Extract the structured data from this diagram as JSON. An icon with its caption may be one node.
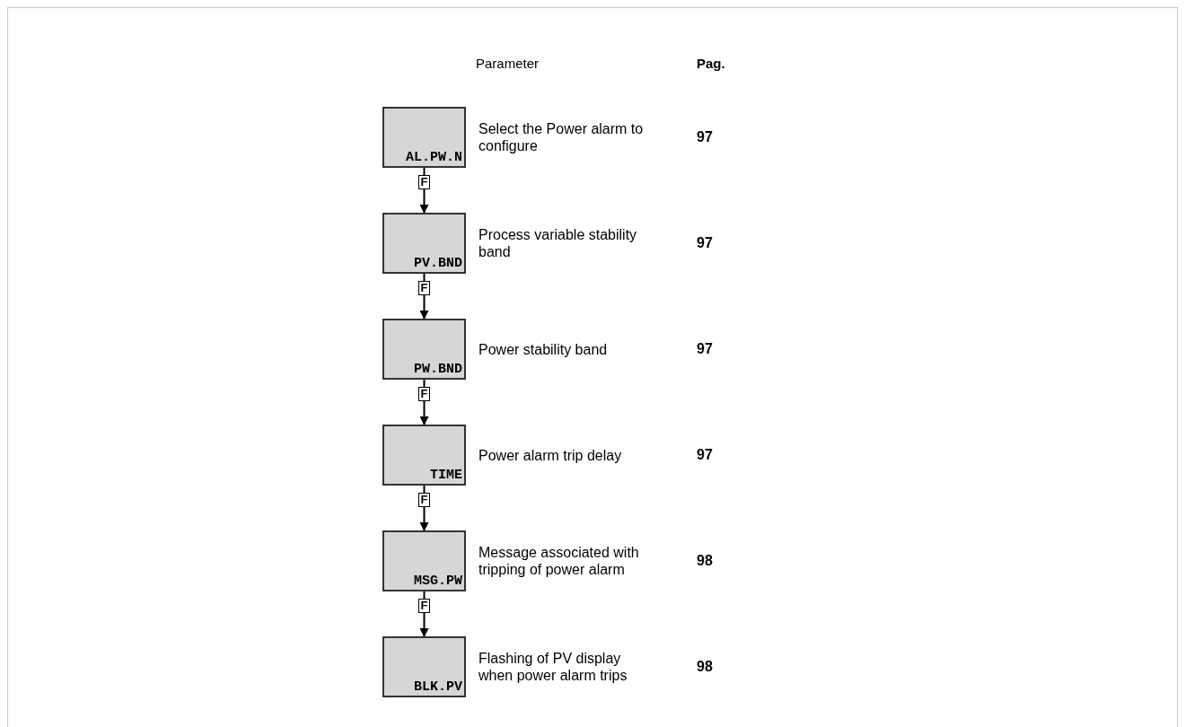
{
  "diagram": {
    "nodes": [
      {
        "text": [
          "AL.PW.N"
        ],
        "beside": [
          "Select the Power alarm to configure"
        ]
      },
      {
        "text": [
          "PV.BND"
        ],
        "beside": [
          "Process variable stability band"
        ]
      },
      {
        "text": [
          "PW.BND"
        ],
        "beside": [
          "Power stability band"
        ]
      },
      {
        "text": [
          "TIME"
        ],
        "beside": [
          "Power alarm trip delay"
        ]
      },
      {
        "text": [
          "MSG.PW"
        ],
        "beside": [
          "Message associated with tripping of power alarm"
        ]
      },
      {
        "text": [
          "BLK.PV"
        ],
        "beside": [
          "Flashing of PV display when power alarm trips"
        ]
      }
    ],
    "edges": [
      {
        "from": 0,
        "to": 1,
        "arrow": "to",
        "label": "F"
      },
      {
        "from": 1,
        "to": 2,
        "arrow": "to",
        "label": "F"
      },
      {
        "from": 2,
        "to": 3,
        "arrow": "to",
        "label": "F"
      },
      {
        "from": 3,
        "to": 4,
        "arrow": "to",
        "label": "F"
      },
      {
        "from": 4,
        "to": 5,
        "arrow": "to",
        "label": "F"
      }
    ],
    "labels": [
      "Parameter",
      "Pag.",
      "97",
      "97",
      "97",
      "97",
      "98",
      "98"
    ]
  }
}
